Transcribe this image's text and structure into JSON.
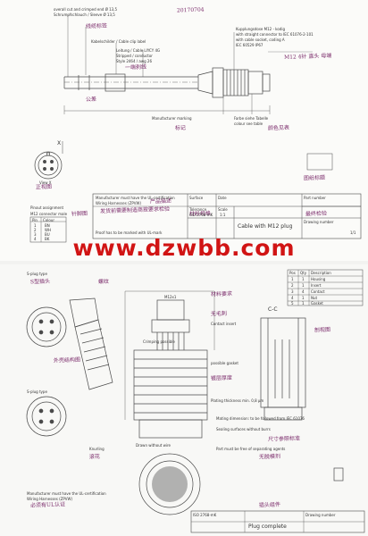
{
  "watermark": "www.dzwbb.com",
  "top_sheet": {
    "stamp": "20170704",
    "callouts": {
      "left_1": "overall cut and crimped end Ø 13,5",
      "left_2": "Schrumpfschlauch / Sleeve Ø 13,5",
      "mid_1": "Kabelschilder / Cable clip label",
      "mid_2": "Leitung / Cable LIYCY 4G",
      "mid_3": "Stripped / conductor",
      "mid_4": "Style 2464 / awg 26",
      "right_1": "Kupplungsdose M12 - kodig",
      "right_2": "with straight connector to IEC 61076-2-101",
      "right_3": "with cable socket, coding A",
      "right_4": "IEC 60529 IP67",
      "lower_1": "Manufacturer marking",
      "lower_2": "Farbe siehe Tabelle",
      "lower_3": "colour see table"
    },
    "handwriting": {
      "hw_1": "线缆标签",
      "hw_2": "一端剥线",
      "hw_3": "公差",
      "hw_4": "M12 4针 直头 母端",
      "hw_5": "颜色见表",
      "hw_6": "标记",
      "hw_7": "正视图",
      "hw_8": "针脚图",
      "hw_9": "发货前需要制造商按要求检验",
      "hw_10": "图纸标题",
      "hw_11": "材料规格",
      "hw_12": "最终检验",
      "hw_13": "产品描述"
    },
    "view_label": "X",
    "view_caption": "View X",
    "pin_table": {
      "title": "Pinout assignment",
      "subtitle": "M12 connector male",
      "headers": [
        "Pin",
        "Colour"
      ],
      "rows": [
        [
          "1",
          "BN"
        ],
        [
          "2",
          "WH"
        ],
        [
          "3",
          "BU"
        ],
        [
          "4",
          "BK"
        ]
      ]
    },
    "title_block": {
      "manufacturer": "Manufacturer must have the UL-certification",
      "wiring": "Wiring Harnesses (ZPVW)",
      "proof": "Proof has to be marked with UL-mark",
      "surface_label": "Surface",
      "tolerance_label": "Tolerance",
      "tolerance": "ISO 2768-mK",
      "scale_label": "Scale",
      "scale": "1:1",
      "date_label": "Date",
      "title": "Cable with M12 plug",
      "part_no_label": "Part number",
      "drawing_no_label": "Drawing number",
      "sheet": "1/1"
    }
  },
  "bottom_sheet": {
    "labels": {
      "s_plug": "S-plug type",
      "s_plug_b": "S-plug type",
      "view": "Crimping possible",
      "insert": "Contact insert",
      "gasket": "possible gasket",
      "section": "C-C",
      "plating": "Plating thickness min. 0,8 µm",
      "marking": "Mating dimension: to be followed from IEC 61076",
      "sealing": "Sealing surfaces without burrs",
      "part": "Part must be free of separating agents",
      "drawn": "Drawn without wire",
      "keyword": "Knurling",
      "thread": "M12x1"
    },
    "handwriting": {
      "hw_1": "S型插头",
      "hw_2": "螺纹",
      "hw_3": "材料要求",
      "hw_4": "无毛刺",
      "hw_5": "镀层厚度",
      "hw_6": "滚花",
      "hw_7": "无脱模剂",
      "hw_8": "尺寸参照标准",
      "hw_9": "剖视图",
      "hw_10": "必须有UL认证",
      "hw_11": "外壳结构图",
      "hw_12": "插头组件"
    },
    "table": {
      "headers": [
        "Pos",
        "Qty",
        "Description"
      ],
      "rows": [
        [
          "1",
          "1",
          "Housing"
        ],
        [
          "2",
          "1",
          "Insert"
        ],
        [
          "3",
          "4",
          "Contact"
        ],
        [
          "4",
          "1",
          "Nut"
        ],
        [
          "5",
          "1",
          "Gasket"
        ]
      ]
    },
    "title_block": {
      "manufacturer": "Manufacturer must have the UL-certification",
      "wiring": "Wiring Harnesses (ZPVW)",
      "tolerance": "ISO 2768-mK",
      "title": "Plug complete",
      "drawing_no_label": "Drawing number"
    }
  },
  "colors": {
    "watermark": "#d11414",
    "ink": "#444444",
    "handwriting": "#7a2a6a"
  },
  "icons": [
    "m12-connector-drawing",
    "connector-face-icon",
    "plug-section-drawing"
  ]
}
